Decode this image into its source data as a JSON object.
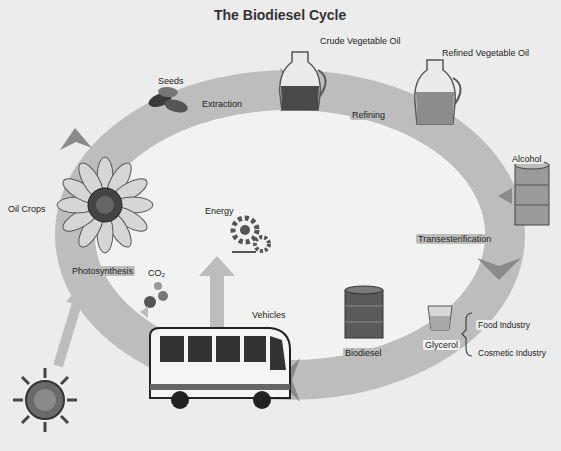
{
  "diagram": {
    "title": "The Biodiesel Cycle",
    "labels": [
      "Seeds",
      "Extraction",
      "Crude Vegetable Oil",
      "Refining",
      "Refined Vegetable Oil",
      "Alcohol",
      "Transesterification",
      "Biodiesel",
      "Glycerol",
      "Food Industry",
      "Cosmetic Industry",
      "Vehicles",
      "Energy",
      "CO₂",
      "Oil Crops",
      "Photosynthesis"
    ]
  }
}
